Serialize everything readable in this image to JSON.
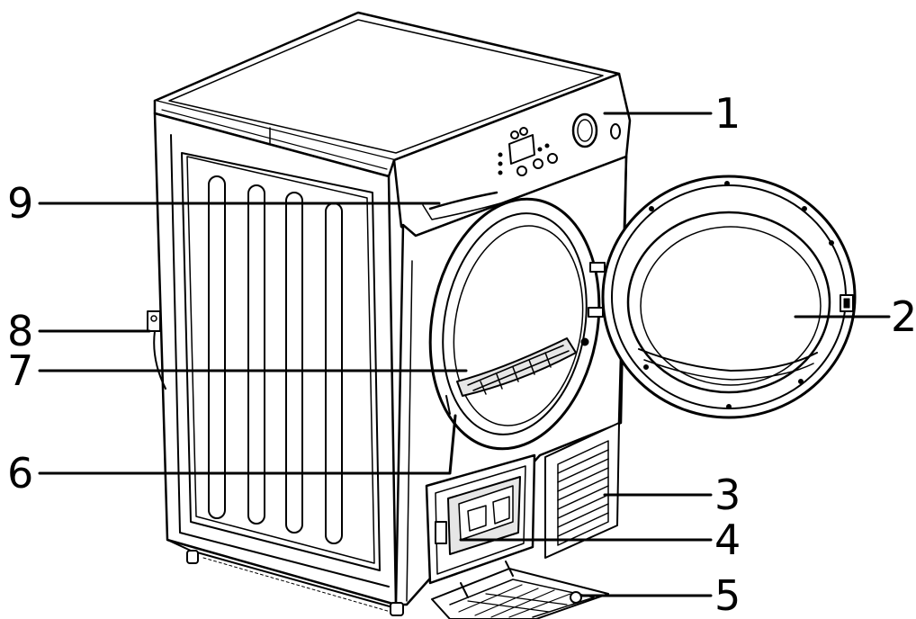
{
  "diagram": {
    "subject": "tumble dryer with door open",
    "callouts": [
      {
        "id": "c1",
        "number": "1"
      },
      {
        "id": "c2",
        "number": "2"
      },
      {
        "id": "c3",
        "number": "3"
      },
      {
        "id": "c4",
        "number": "4"
      },
      {
        "id": "c5",
        "number": "5"
      },
      {
        "id": "c6",
        "number": "6"
      },
      {
        "id": "c7",
        "number": "7"
      },
      {
        "id": "c8",
        "number": "8"
      },
      {
        "id": "c9",
        "number": "9"
      }
    ],
    "colors": {
      "line": "#000000",
      "body_fill": "#ffffff",
      "shade": "#e6e6e6",
      "background": "#ffffff"
    }
  }
}
